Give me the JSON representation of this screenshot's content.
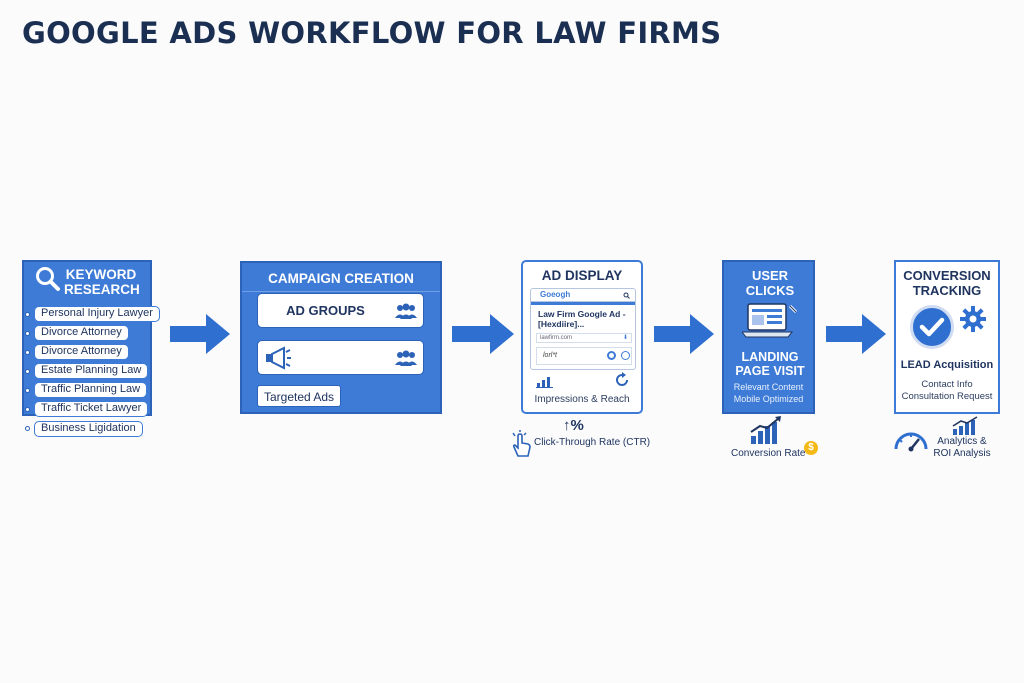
{
  "title": "GOOGLE ADS WORKFLOW FOR LAW FIRMS",
  "colors": {
    "primary_blue": "#3d7bd6",
    "dark_blue": "#2c62b8",
    "title_navy": "#1a2f52",
    "coin_yellow": "#f5b915"
  },
  "keyword_research": {
    "title": "KEYWORD RESEARCH",
    "icon": "magnifier-icon",
    "keywords": [
      "Personal Injury Lawyer",
      "Divorce Attorney",
      "Divorce Attorney",
      "Estate Planning Law",
      "Traffic Planning Law",
      "Traffic Ticket Lawyer",
      "Business Ligidation"
    ]
  },
  "campaign_creation": {
    "title": "CAMPAIGN CREATION",
    "ad_groups_label": "AD GROUPS",
    "targeted_ads_label": "Targeted Ads",
    "icons": [
      "people-group-icon",
      "megaphone-icon",
      "people-group-icon"
    ]
  },
  "ad_display": {
    "title": "AD DISPLAY",
    "browser_logo": "Goeogh",
    "ad_headline": "Law Firm Google Ad - [Hexdiire]...",
    "ad_url": "lawfirm.com",
    "ad_snippet": "lorl*t",
    "caption": "Impressions & Reach",
    "below_metric": "↑%",
    "below_label": "Click-Through Rate (CTR)",
    "icons": [
      "bar-chart-icon",
      "refresh-icon",
      "click-hand-icon"
    ]
  },
  "user_clicks": {
    "title": "USER CLICKS",
    "landing_title": "LANDING PAGE VISIT",
    "line1": "Relevant Content",
    "line2": "Mobile Optimized",
    "below_label": "Conversion Rate",
    "icons": [
      "laptop-icon",
      "growth-chart-icon",
      "dollar-coin-icon"
    ]
  },
  "conversion_tracking": {
    "title": "CONVERSION TRACKING",
    "subtitle": "LEAD Acquisition",
    "line1": "Contact Info",
    "line2": "Consultation Request",
    "below_label": "Analytics & ROI Analysis",
    "below_line1": "Analytics &",
    "below_line2": "ROI Analysis",
    "icons": [
      "checkmark-circle-icon",
      "gear-icon",
      "gauge-icon",
      "growth-chart-icon"
    ]
  }
}
